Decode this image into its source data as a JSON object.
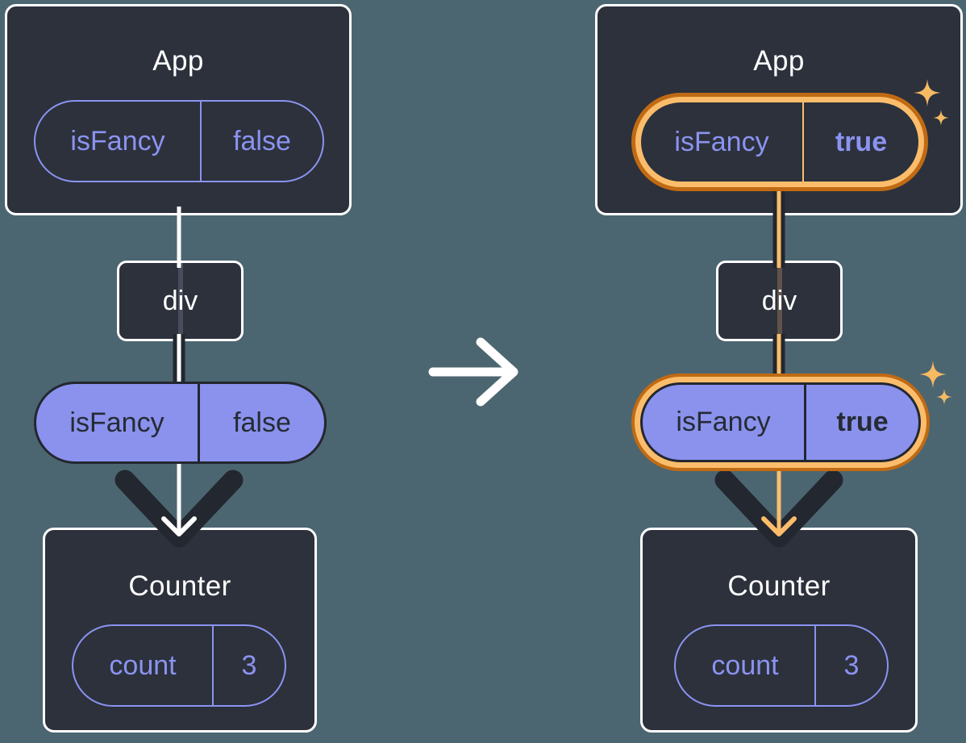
{
  "left": {
    "app_title": "App",
    "app_prop_name": "isFancy",
    "app_prop_value": "false",
    "div_label": "div",
    "prop_name": "isFancy",
    "prop_value": "false",
    "counter_title": "Counter",
    "state_name": "count",
    "state_value": "3"
  },
  "right": {
    "app_title": "App",
    "app_prop_name": "isFancy",
    "app_prop_value": "true",
    "div_label": "div",
    "prop_name": "isFancy",
    "prop_value": "true",
    "counter_title": "Counter",
    "state_name": "count",
    "state_value": "3"
  },
  "icons": {
    "transition": "arrow-right-icon",
    "prop_flow": "arrow-down-icon",
    "highlight": "sparkle-icon"
  },
  "colors": {
    "background": "#4c6671",
    "card": "#2c313c",
    "card_border": "#ffffff",
    "purple": "#8b93f0",
    "pill_fill": "#8a92ee",
    "dark": "#23272f",
    "dark_text": "#262b34",
    "orange_dark": "#c06a14",
    "orange_light": "#fbbd6b",
    "sparkle": "#f6ba62",
    "title": "#ffffff"
  }
}
